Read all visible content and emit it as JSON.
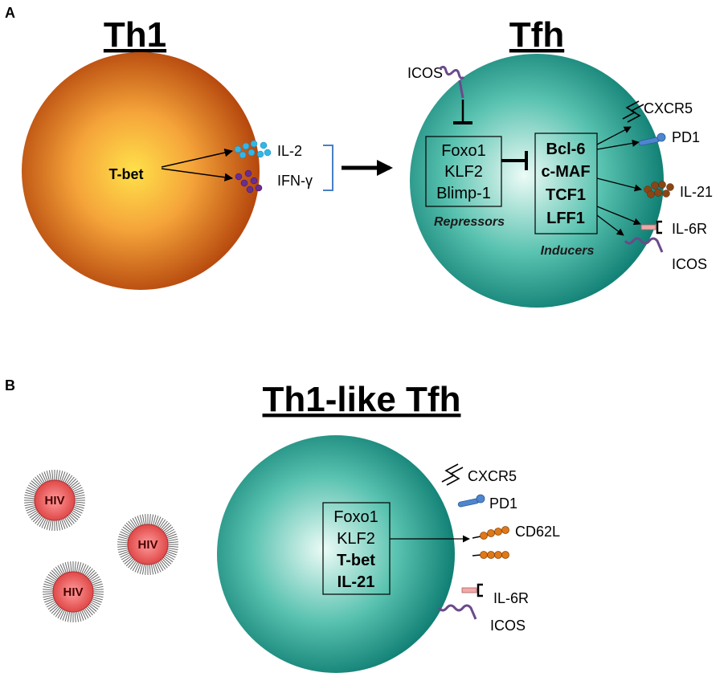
{
  "panel_a": {
    "letter": "A",
    "th1": {
      "title": "Th1",
      "factor": "T-bet",
      "cytokines": [
        "IL-2",
        "IFN-γ"
      ]
    },
    "tfh": {
      "title": "Tfh",
      "icos_top": "ICOS",
      "repressors": [
        "Foxo1",
        "KLF2",
        "Blimp-1"
      ],
      "repressors_label": "Repressors",
      "inducers": [
        "Bcl-6",
        "c-MAF",
        "TCF1",
        "LFF1"
      ],
      "inducers_label": "Inducers",
      "surface": [
        "CXCR5",
        "PD1",
        "IL-21",
        "IL-6R",
        "ICOS"
      ]
    }
  },
  "panel_b": {
    "letter": "B",
    "title": "Th1-like Tfh",
    "virus_label": "HIV",
    "factors": [
      "Foxo1",
      "KLF2",
      "T-bet",
      "IL-21"
    ],
    "surface": [
      "CXCR5",
      "PD1",
      "CD62L",
      "IL-6R",
      "ICOS"
    ]
  },
  "colors": {
    "th1_center": "#ffe14a",
    "th1_edge": "#b0400a",
    "tfh_center": "#ecfbf6",
    "tfh_edge": "#0e7d72",
    "il2_dots": "#31b6e7",
    "ifn_dots": "#6a2d91",
    "il21_dots": "#8a4516",
    "cd62l_dots": "#e07818",
    "pd1": "#4d86cf",
    "il6r": "#f1a8a6",
    "icos": "#6a4a8a",
    "bracket": "#4a7fc4",
    "hiv_fill": "#f06868"
  }
}
